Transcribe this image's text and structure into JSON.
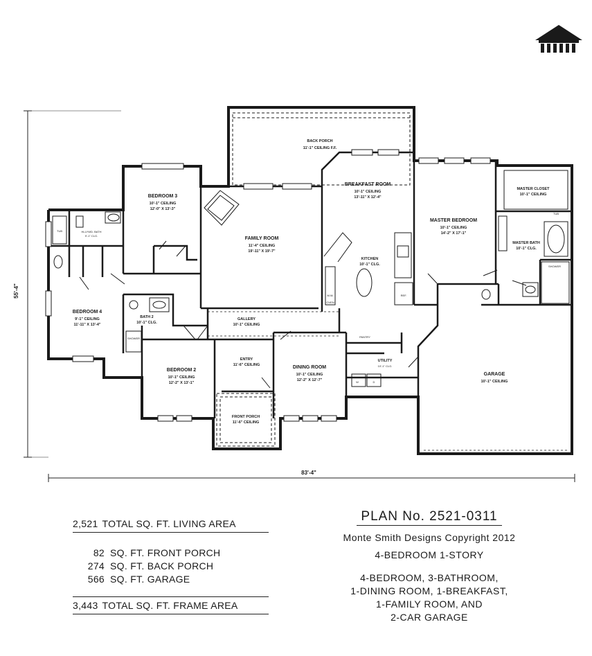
{
  "logo": {
    "icon": "house-logo-icon"
  },
  "rooms": {
    "back_porch": {
      "name": "BACK PORCH",
      "ceiling": "11'-1\" CEILING F.F."
    },
    "bedroom3": {
      "name": "BEDROOM 3",
      "ceiling": "10'-1\" CEILING",
      "size": "12'-0\" X 13'-3\""
    },
    "breakfast": {
      "name": "BREAKFAST ROOM",
      "ceiling": "10'-1\" CEILING",
      "size": "13'-11\" X 12'-4\""
    },
    "master_closet": {
      "name": "MASTER CLOSET",
      "ceiling": "10'-1\" CEILING"
    },
    "master_bedroom": {
      "name": "MASTER BEDROOM",
      "ceiling": "10'-1\" CEILING",
      "size": "14'-2\" X 17'-1\""
    },
    "master_bath": {
      "name": "MASTER BATH",
      "ceiling": "10'-1\" CLG."
    },
    "hllywd_bath": {
      "name": "HLLYWD. BATH",
      "ceiling": "9'-1\" CLG."
    },
    "family_room": {
      "name": "FAMILY ROOM",
      "ceiling": "11'-4\" CEILING",
      "size": "19'-11\" X 19'-7\""
    },
    "kitchen": {
      "name": "KITCHEN",
      "ceiling": "10'-1\" CLG."
    },
    "bedroom4": {
      "name": "BEDROOM 4",
      "ceiling": "9'-1\" CEILING",
      "size": "11'-11\" X 13'-4\""
    },
    "bath2": {
      "name": "BATH 2",
      "ceiling": "10'-1\" CLG."
    },
    "gallery": {
      "name": "GALLERY",
      "ceiling": "10'-1\" CEILING"
    },
    "pantry": {
      "name": "PANTRY"
    },
    "bedroom2": {
      "name": "BEDROOM 2",
      "ceiling": "10'-1\" CEILING",
      "size": "12'-2\" X 13'-1\""
    },
    "entry": {
      "name": "ENTRY",
      "ceiling": "11'-6\" CEILING"
    },
    "dining": {
      "name": "DINING ROOM",
      "ceiling": "10'-1\" CEILING",
      "size": "12'-2\" X 12'-7\""
    },
    "utility": {
      "name": "UTILITY",
      "ceiling": "10'-1\" CLG."
    },
    "garage": {
      "name": "GARAGE",
      "ceiling": "10'-1\" CEILING"
    },
    "front_porch": {
      "name": "FRONT PORCH",
      "ceiling": "11'-6\" CEILING"
    }
  },
  "fixtures": {
    "tub": "TUB",
    "shower": "SHOWER",
    "ref": "REF.",
    "mw": "M.W.",
    "oven": "OVEN",
    "w": "W",
    "d": "D"
  },
  "dimensions": {
    "width": "83'-4\"",
    "depth": "55'-4\""
  },
  "areas": {
    "living": {
      "value": "2,521",
      "label": "TOTAL SQ. FT. LIVING AREA"
    },
    "front_porch": {
      "value": "82",
      "label": "SQ. FT. FRONT PORCH"
    },
    "back_porch": {
      "value": "274",
      "label": "SQ. FT. BACK PORCH"
    },
    "garage": {
      "value": "566",
      "label": "SQ. FT. GARAGE"
    },
    "frame": {
      "value": "3,443",
      "label": "TOTAL SQ. FT. FRAME AREA"
    }
  },
  "plan": {
    "number": "PLAN No. 2521-0311",
    "copyright": "Monte Smith Designs Copyright 2012",
    "summary": "4-BEDROOM 1-STORY",
    "details": [
      "4-BEDROOM, 3-BATHROOM,",
      "1-DINING ROOM, 1-BREAKFAST,",
      "1-FAMILY ROOM, AND",
      "2-CAR GARAGE"
    ]
  }
}
